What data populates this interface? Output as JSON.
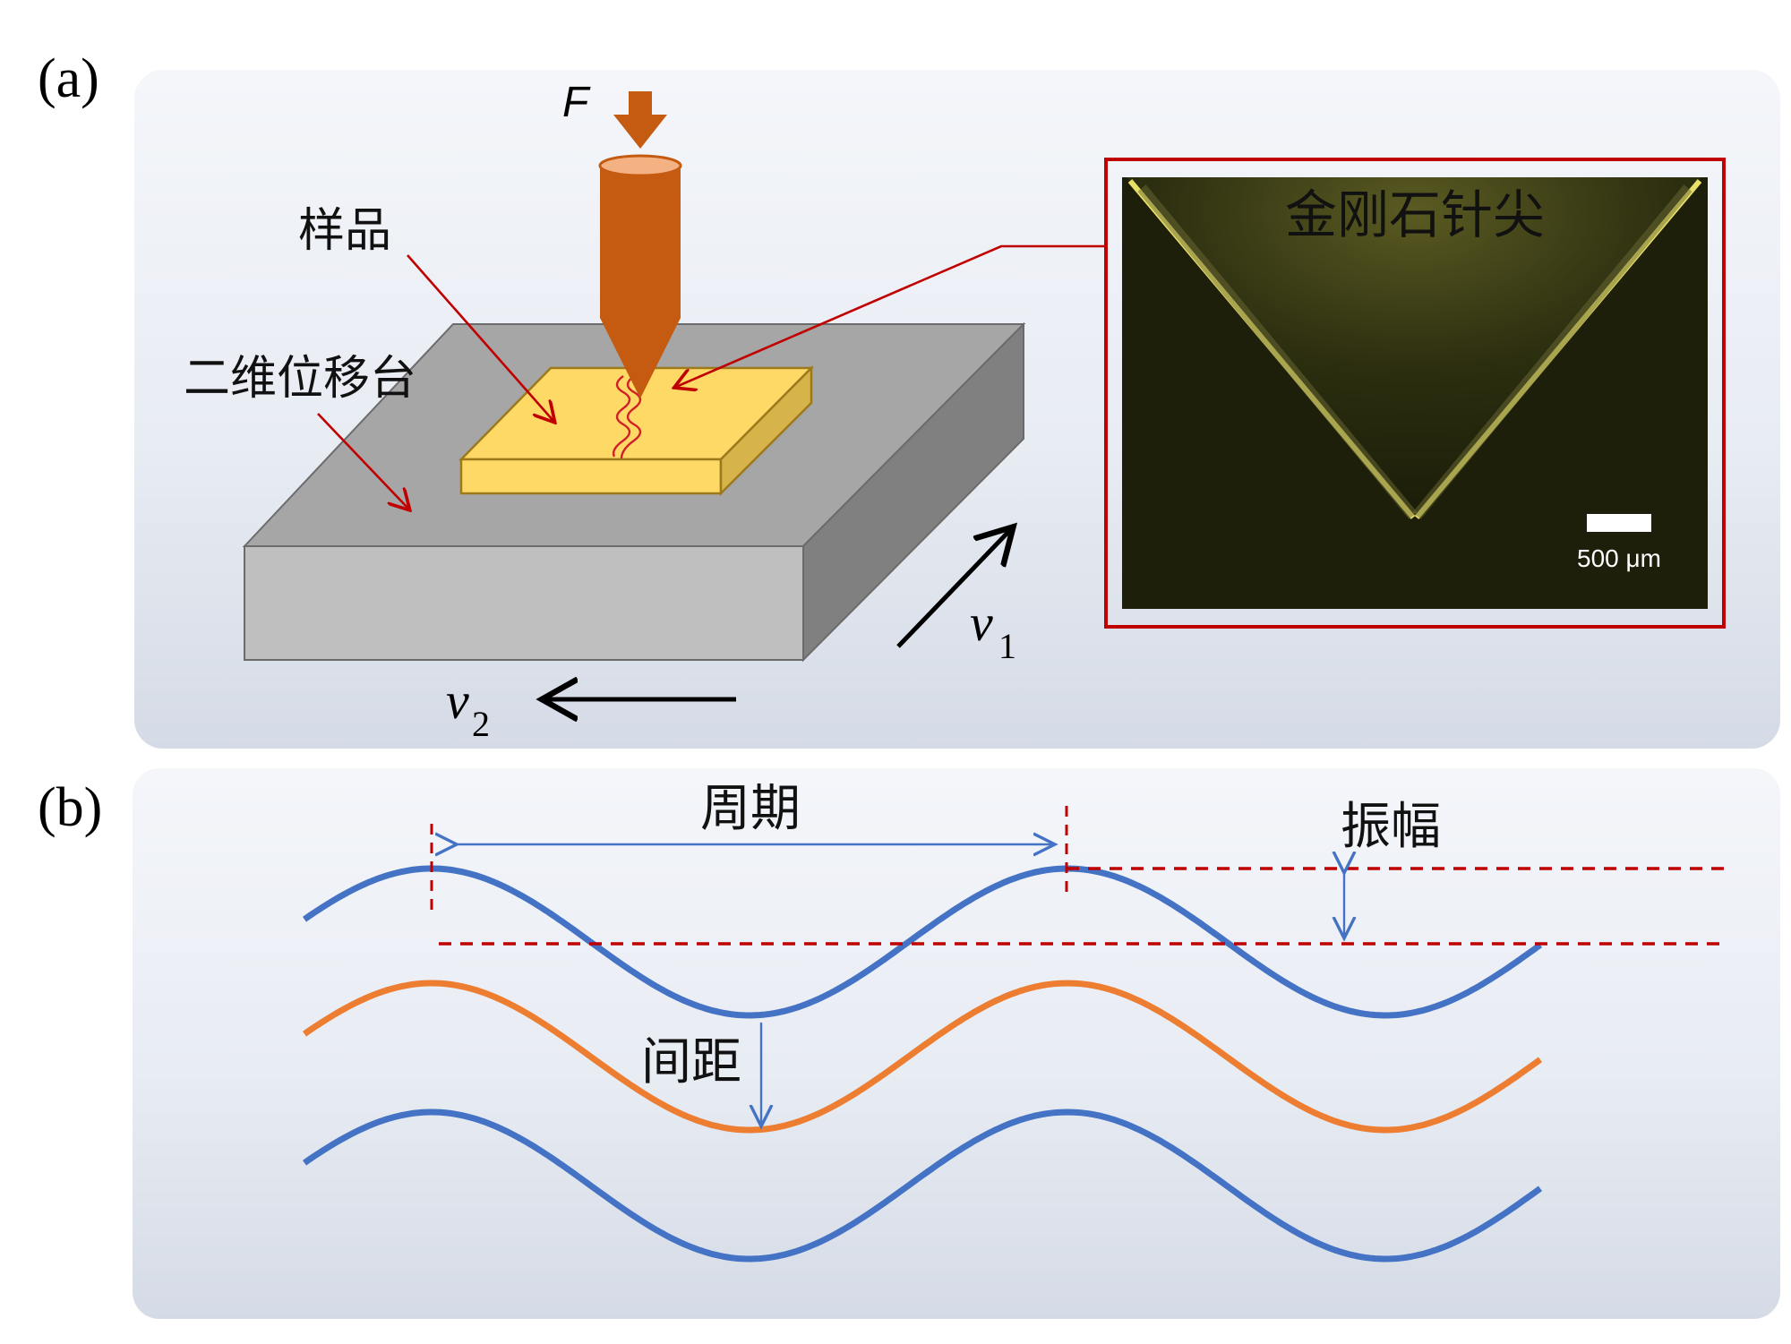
{
  "panel_a": {
    "label": "(a)",
    "force_label": "F",
    "sample_label": "样品",
    "stage_label": "二维位移台",
    "v1_symbol": "v",
    "v1_sub": "1",
    "v2_symbol": "v",
    "v2_sub": "2",
    "inset": {
      "title": "金刚石针尖",
      "scale_bar": "500 μm"
    }
  },
  "panel_b": {
    "label": "(b)",
    "period_label": "周期",
    "amplitude_label": "振幅",
    "spacing_label": "间距"
  },
  "colors": {
    "tool": "#c55a11",
    "sample": "#ffd966",
    "stage_top": "#a6a6a6",
    "stage_front": "#bfbfbf",
    "stage_side": "#808080",
    "red_line": "#c00000",
    "inset_text": "#f2e84a",
    "wave_blue": "#4472c4",
    "wave_orange": "#ed7d31",
    "dash_red": "#c00000"
  }
}
